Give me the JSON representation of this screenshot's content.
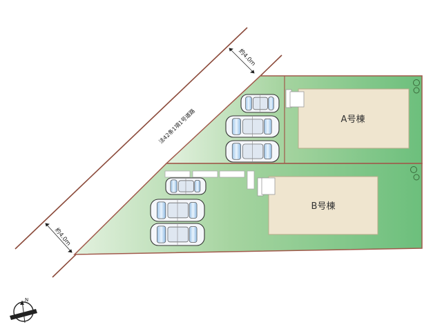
{
  "road": {
    "label": "法42条1項1号道路",
    "width_top": "約4.0m",
    "width_bottom": "約4.0m"
  },
  "buildings": [
    {
      "id": "a",
      "label": "A号棟"
    },
    {
      "id": "b",
      "label": "B号棟"
    }
  ],
  "parking": {
    "cars_lot_a": 3,
    "cars_lot_b": 3
  },
  "compass": {
    "label": "N"
  },
  "colors": {
    "lot_green": "#7ec38a",
    "building": "#efe5cf",
    "boundary": "#a0584a",
    "road_line": "#8b4a3a"
  }
}
